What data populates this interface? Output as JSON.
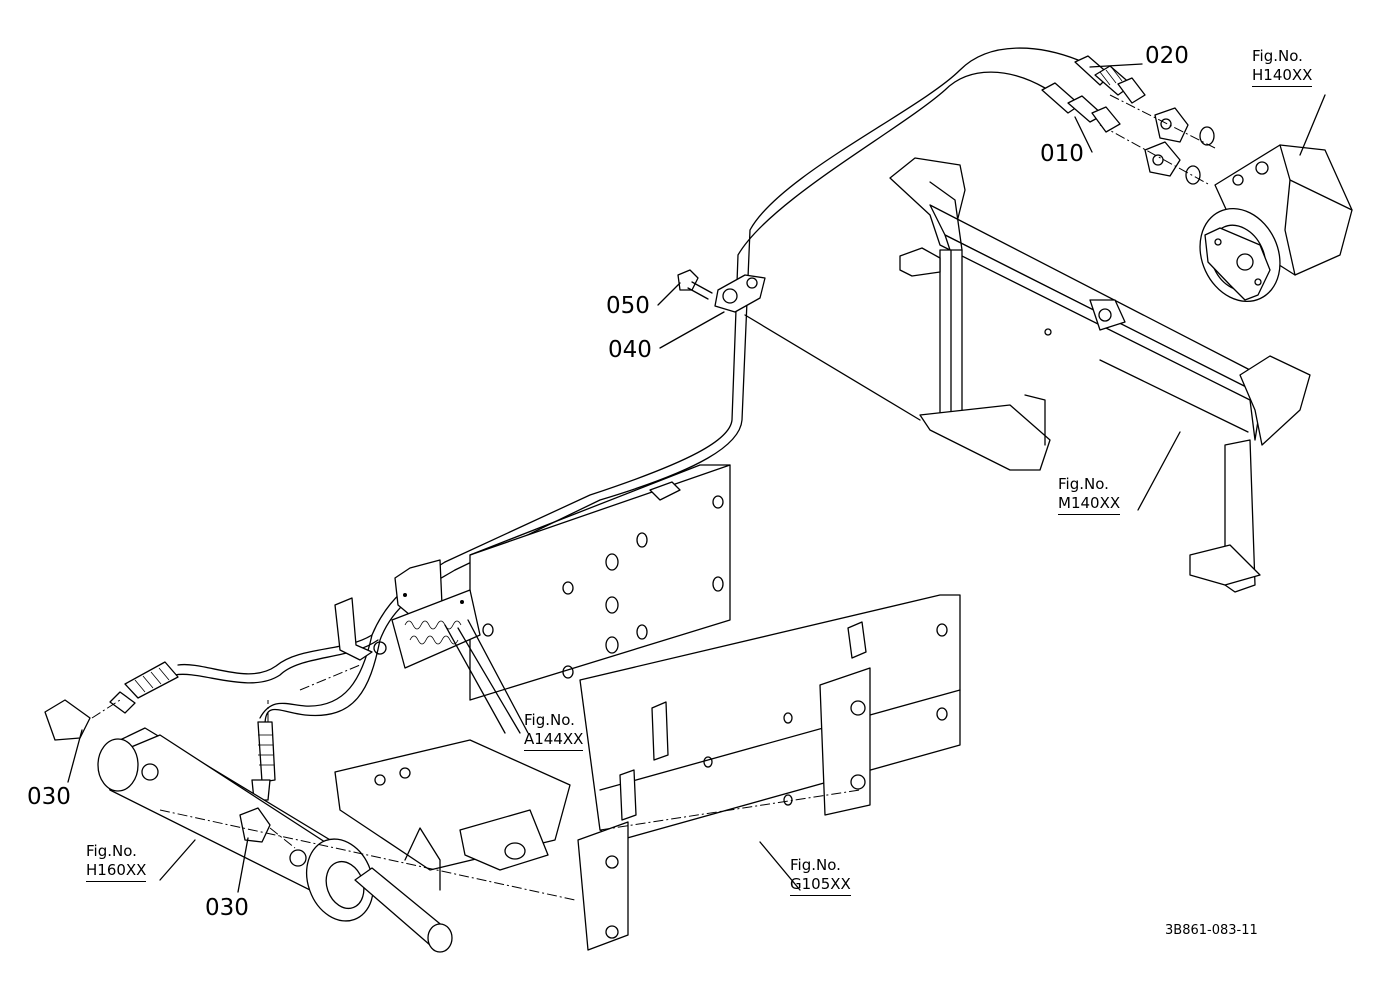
{
  "part_labels": {
    "p020": "020",
    "p010": "010",
    "p050": "050",
    "p040": "040",
    "p030_left": "030",
    "p030_bottom": "030"
  },
  "figure_refs": {
    "h140": {
      "prefix": "Fig.No.",
      "code": "H140XX"
    },
    "m140": {
      "prefix": "Fig.No.",
      "code": "M140XX"
    },
    "a144": {
      "prefix": "Fig.No.",
      "code": "A144XX"
    },
    "h160": {
      "prefix": "Fig.No.",
      "code": "H160XX"
    },
    "g105": {
      "prefix": "Fig.No.",
      "code": "G105XX"
    }
  },
  "drawing_number": "3B861-083-11"
}
